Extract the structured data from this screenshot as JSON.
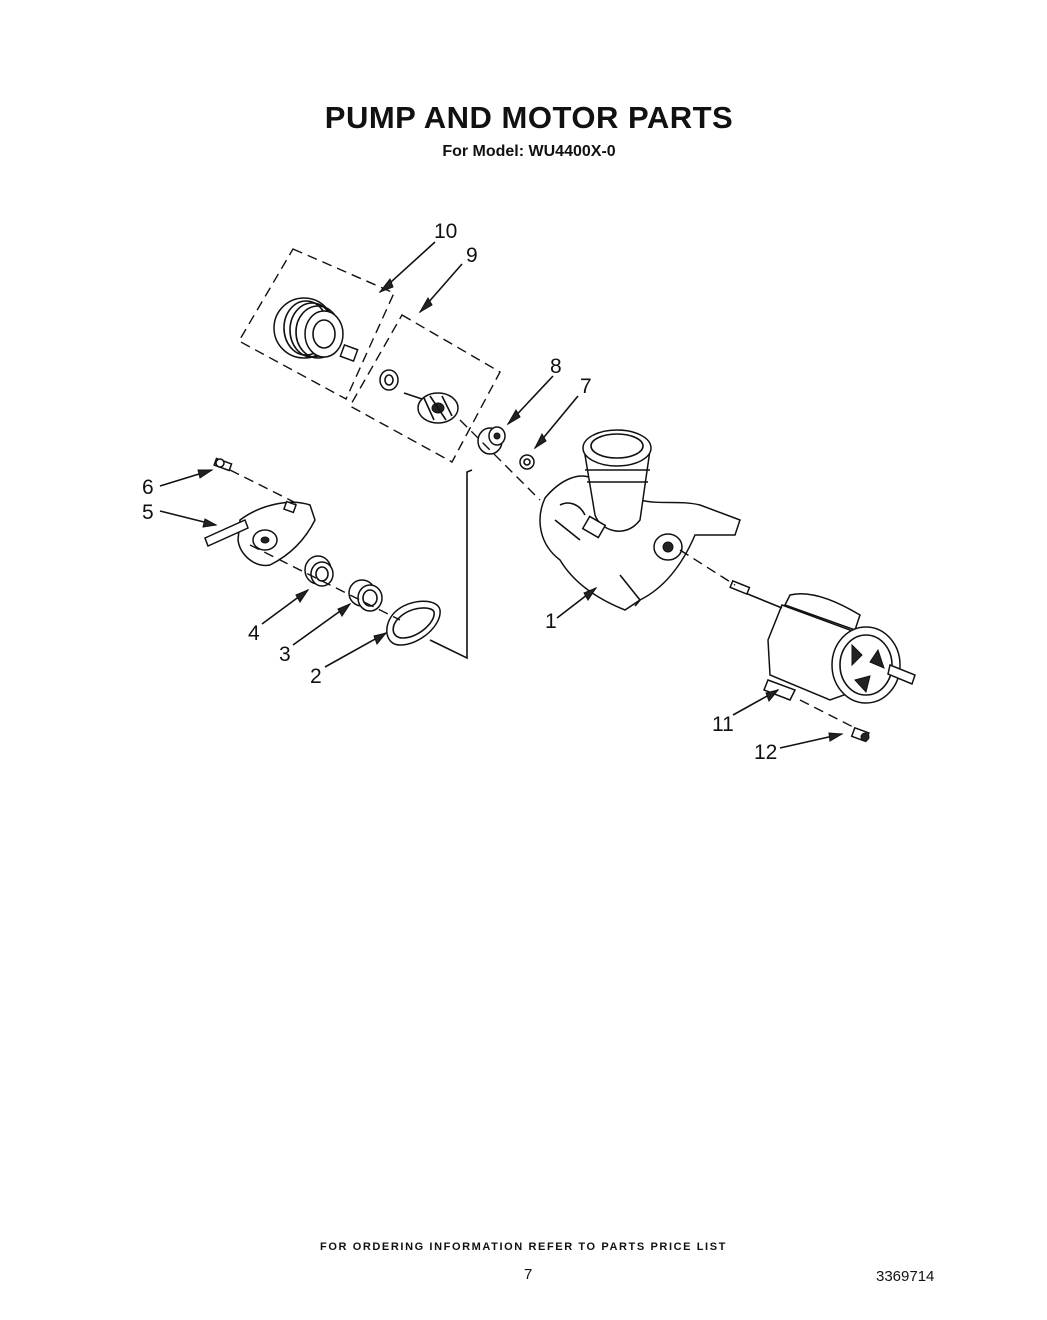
{
  "page": {
    "title": "PUMP AND MOTOR PARTS",
    "subtitle": "For Model: WU4400X-0",
    "footer_note": "FOR ORDERING INFORMATION REFER TO PARTS PRICE LIST",
    "page_number": "7",
    "document_number": "3369714"
  },
  "callouts": [
    "1",
    "2",
    "3",
    "4",
    "5",
    "6",
    "7",
    "8",
    "9",
    "10",
    "11",
    "12"
  ]
}
